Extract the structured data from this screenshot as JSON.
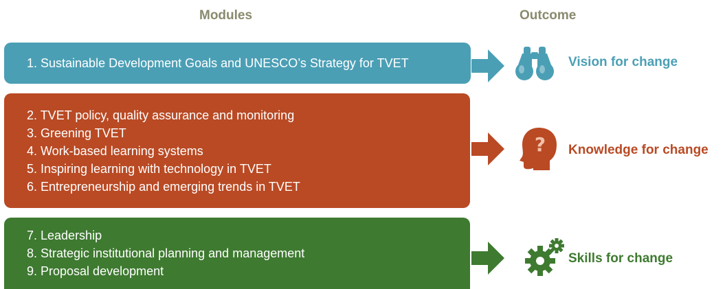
{
  "headers": {
    "modules": "Modules",
    "outcome": "Outcome"
  },
  "modules": {
    "group1": [
      "1. Sustainable Development Goals and UNESCO’s Strategy for TVET"
    ],
    "group2": [
      "2. TVET policy, quality assurance and monitoring",
      "3. Greening TVET",
      "4. Work-based learning systems",
      "5. Inspiring learning with technology in TVET",
      "6. Entrepreneurship and emerging trends in TVET"
    ],
    "group3": [
      "7. Leadership",
      "8. Strategic institutional planning and management",
      "9. Proposal development"
    ]
  },
  "outcomes": {
    "vision": "Vision for change",
    "knowledge": "Knowledge for change",
    "skills": "Skills for change"
  },
  "icons": {
    "vision": "binoculars-icon",
    "knowledge": "head-question-icon",
    "skills": "gears-icon"
  },
  "colors": {
    "vision": "#4b9fb5",
    "knowledge": "#b94a24",
    "skills": "#3e7a30",
    "header": "#8a8a6e"
  }
}
